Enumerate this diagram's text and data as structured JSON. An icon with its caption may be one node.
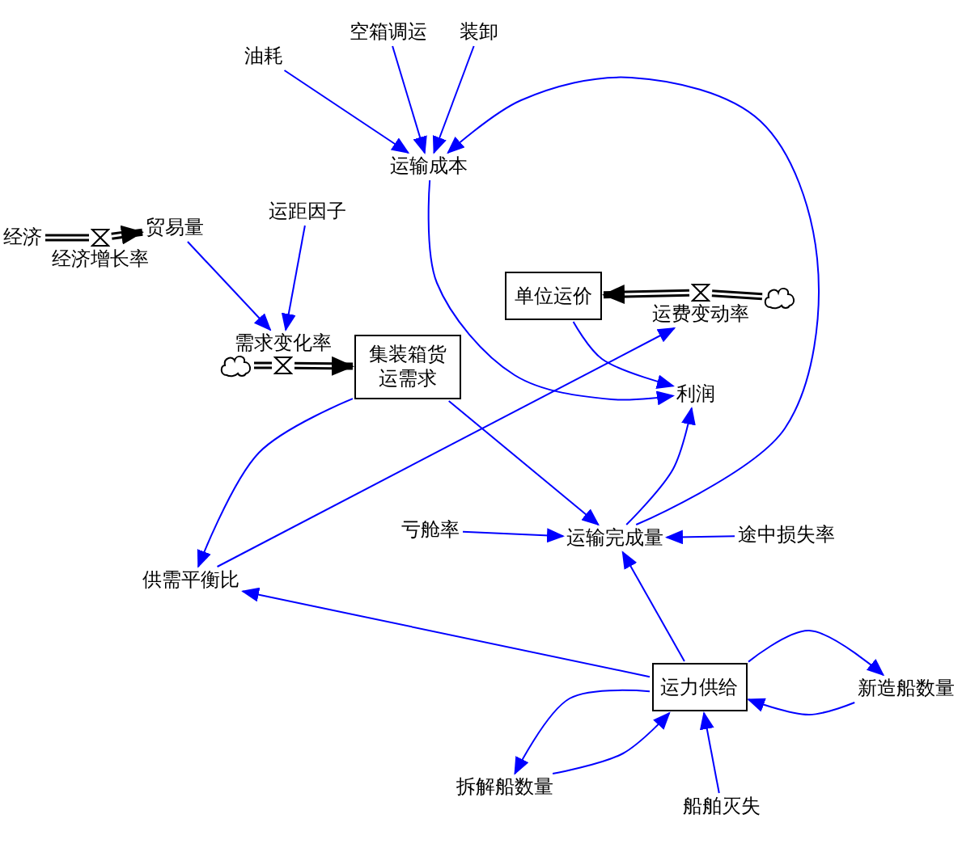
{
  "diagram": {
    "nodes": [
      {
        "text": [
          "油耗"
        ]
      },
      {
        "text": [
          "空箱调运"
        ]
      },
      {
        "text": [
          "装卸"
        ]
      },
      {
        "text": [
          "运输成本"
        ]
      },
      {
        "text": [
          "经济"
        ]
      },
      {
        "text": [
          "贸易量"
        ]
      },
      {
        "text": [
          "经济增长率"
        ]
      },
      {
        "text": [
          "运距因子"
        ]
      },
      {
        "text": [
          "需求变化率"
        ]
      },
      {
        "text": [],
        "shape": "cloud"
      },
      {
        "text": [
          "集装箱货运需求"
        ]
      },
      {
        "text": [
          "单位运价"
        ]
      },
      {
        "text": [
          "运费变动率"
        ]
      },
      {
        "text": [],
        "shape": "cloud"
      },
      {
        "text": [
          "利润"
        ]
      },
      {
        "text": [
          "亏舱率"
        ]
      },
      {
        "text": [
          "运输完成量"
        ]
      },
      {
        "text": [
          "途中损失率"
        ]
      },
      {
        "text": [
          "供需平衡比"
        ]
      },
      {
        "text": [
          "运力供给"
        ]
      },
      {
        "text": [
          "新造船数量"
        ]
      },
      {
        "text": [
          "拆解船数量"
        ]
      },
      {
        "text": [
          "船舶灭失"
        ]
      }
    ],
    "edges": [
      {
        "from": 0,
        "to": 3,
        "arrow": "to"
      },
      {
        "from": 1,
        "to": 3,
        "arrow": "to"
      },
      {
        "from": 2,
        "to": 3,
        "arrow": "to"
      },
      {
        "from": 16,
        "to": 3,
        "arrow": "to"
      },
      {
        "from": 4,
        "to": 6,
        "arrow": "none",
        "style": "thick",
        "color": "#000000"
      },
      {
        "from": 6,
        "to": 5,
        "arrow": "to",
        "style": "thick",
        "color": "#000000"
      },
      {
        "from": 5,
        "to": 8,
        "arrow": "to"
      },
      {
        "from": 7,
        "to": 8,
        "arrow": "to"
      },
      {
        "from": 9,
        "to": 8,
        "arrow": "none",
        "style": "thick",
        "color": "#000000"
      },
      {
        "from": 8,
        "to": 10,
        "arrow": "to",
        "style": "thick",
        "color": "#000000"
      },
      {
        "from": 13,
        "to": 12,
        "arrow": "none",
        "style": "thick",
        "color": "#000000"
      },
      {
        "from": 12,
        "to": 11,
        "arrow": "to",
        "style": "thick",
        "color": "#000000"
      },
      {
        "from": 3,
        "to": 14,
        "arrow": "to"
      },
      {
        "from": 11,
        "to": 14,
        "arrow": "to"
      },
      {
        "from": 16,
        "to": 14,
        "arrow": "to"
      },
      {
        "from": 10,
        "to": 16,
        "arrow": "to"
      },
      {
        "from": 10,
        "to": 18,
        "arrow": "to"
      },
      {
        "from": 18,
        "to": 12,
        "arrow": "to"
      },
      {
        "from": 15,
        "to": 16,
        "arrow": "to"
      },
      {
        "from": 17,
        "to": 16,
        "arrow": "to"
      },
      {
        "from": 19,
        "to": 16,
        "arrow": "to"
      },
      {
        "from": 19,
        "to": 18,
        "arrow": "to"
      },
      {
        "from": 19,
        "to": 20,
        "arrow": "to"
      },
      {
        "from": 20,
        "to": 19,
        "arrow": "to"
      },
      {
        "from": 19,
        "to": 21,
        "arrow": "to"
      },
      {
        "from": 21,
        "to": 19,
        "arrow": "to"
      },
      {
        "from": 22,
        "to": 19,
        "arrow": "to"
      }
    ]
  }
}
